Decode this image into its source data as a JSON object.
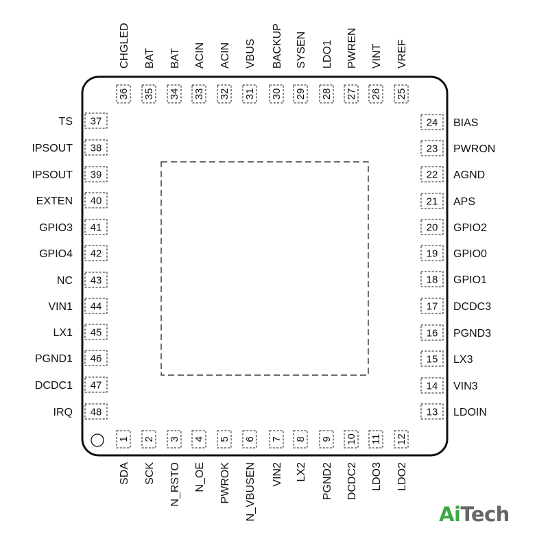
{
  "package": {
    "pins": [
      {
        "num": "1",
        "name": "SDA",
        "side": "bottom"
      },
      {
        "num": "2",
        "name": "SCK",
        "side": "bottom"
      },
      {
        "num": "3",
        "name": "N_RSTO",
        "side": "bottom"
      },
      {
        "num": "4",
        "name": "N_OE",
        "side": "bottom"
      },
      {
        "num": "5",
        "name": "PWROK",
        "side": "bottom"
      },
      {
        "num": "6",
        "name": "N_VBUSEN",
        "side": "bottom"
      },
      {
        "num": "7",
        "name": "VIN2",
        "side": "bottom"
      },
      {
        "num": "8",
        "name": "LX2",
        "side": "bottom"
      },
      {
        "num": "9",
        "name": "PGND2",
        "side": "bottom"
      },
      {
        "num": "10",
        "name": "DCDC2",
        "side": "bottom"
      },
      {
        "num": "11",
        "name": "LDO3",
        "side": "bottom"
      },
      {
        "num": "12",
        "name": "LDO2",
        "side": "bottom"
      },
      {
        "num": "13",
        "name": "LDOIN",
        "side": "right"
      },
      {
        "num": "14",
        "name": "VIN3",
        "side": "right"
      },
      {
        "num": "15",
        "name": "LX3",
        "side": "right"
      },
      {
        "num": "16",
        "name": "PGND3",
        "side": "right"
      },
      {
        "num": "17",
        "name": "DCDC3",
        "side": "right"
      },
      {
        "num": "18",
        "name": "GPIO1",
        "side": "right"
      },
      {
        "num": "19",
        "name": "GPIO0",
        "side": "right"
      },
      {
        "num": "20",
        "name": "GPIO2",
        "side": "right"
      },
      {
        "num": "21",
        "name": "APS",
        "side": "right"
      },
      {
        "num": "22",
        "name": "AGND",
        "side": "right"
      },
      {
        "num": "23",
        "name": "PWRON",
        "side": "right"
      },
      {
        "num": "24",
        "name": "BIAS",
        "side": "right"
      },
      {
        "num": "25",
        "name": "VREF",
        "side": "top"
      },
      {
        "num": "26",
        "name": "VINT",
        "side": "top"
      },
      {
        "num": "27",
        "name": "PWREN",
        "side": "top"
      },
      {
        "num": "28",
        "name": "LDO1",
        "side": "top"
      },
      {
        "num": "29",
        "name": "SYSEN",
        "side": "top"
      },
      {
        "num": "30",
        "name": "BACKUP",
        "side": "top"
      },
      {
        "num": "31",
        "name": "VBUS",
        "side": "top"
      },
      {
        "num": "32",
        "name": "ACIN",
        "side": "top"
      },
      {
        "num": "33",
        "name": "ACIN",
        "side": "top"
      },
      {
        "num": "34",
        "name": "BAT",
        "side": "top"
      },
      {
        "num": "35",
        "name": "BAT",
        "side": "top"
      },
      {
        "num": "36",
        "name": "CHGLED",
        "side": "top"
      },
      {
        "num": "37",
        "name": "TS",
        "side": "left"
      },
      {
        "num": "38",
        "name": "IPSOUT",
        "side": "left"
      },
      {
        "num": "39",
        "name": "IPSOUT",
        "side": "left"
      },
      {
        "num": "40",
        "name": "EXTEN",
        "side": "left"
      },
      {
        "num": "41",
        "name": "GPIO3",
        "side": "left"
      },
      {
        "num": "42",
        "name": "GPIO4",
        "side": "left"
      },
      {
        "num": "43",
        "name": "NC",
        "side": "left"
      },
      {
        "num": "44",
        "name": "VIN1",
        "side": "left"
      },
      {
        "num": "45",
        "name": "LX1",
        "side": "left"
      },
      {
        "num": "46",
        "name": "PGND1",
        "side": "left"
      },
      {
        "num": "47",
        "name": "DCDC1",
        "side": "left"
      },
      {
        "num": "48",
        "name": "IRQ",
        "side": "left"
      }
    ]
  },
  "logo": {
    "part_a": "Ai",
    "part_b": "Tech",
    "color_a": "#3aa843",
    "color_b": "#666666"
  }
}
